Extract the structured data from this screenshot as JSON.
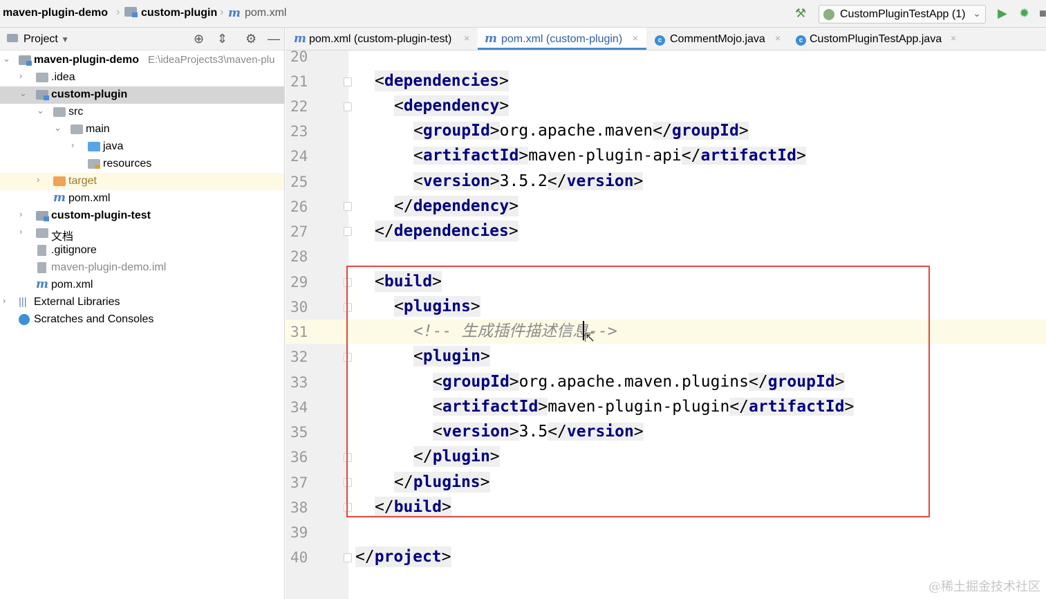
{
  "breadcrumb": {
    "project": "maven-plugin-demo",
    "module": "custom-plugin",
    "file": "pom.xml",
    "m_glyph": "m"
  },
  "run_config": {
    "label": "CustomPluginTestApp (1)"
  },
  "toolbar_icons": [
    "build-hammer-icon",
    "run-icon",
    "debug-icon"
  ],
  "project_panel": {
    "title": "Project",
    "header_icons": [
      "locate-icon",
      "collapse-icon",
      "gear-icon",
      "minimize-icon"
    ],
    "tree": [
      {
        "label": "maven-plugin-demo",
        "path": "E:\\ideaProjects3\\maven-plu",
        "bold": true
      },
      {
        "label": ".idea"
      },
      {
        "label": "custom-plugin",
        "bold": true
      },
      {
        "label": "src"
      },
      {
        "label": "main"
      },
      {
        "label": "java"
      },
      {
        "label": "resources"
      },
      {
        "label": "target"
      },
      {
        "label": "pom.xml"
      },
      {
        "label": "custom-plugin-test",
        "bold": true
      },
      {
        "label": "文档"
      },
      {
        "label": ".gitignore"
      },
      {
        "label": "maven-plugin-demo.iml"
      },
      {
        "label": "pom.xml"
      },
      {
        "label": "External Libraries"
      },
      {
        "label": "Scratches and Consoles"
      }
    ]
  },
  "tabs": [
    {
      "label": "pom.xml (custom-plugin-test)",
      "active": false
    },
    {
      "label": "pom.xml (custom-plugin)",
      "active": true
    },
    {
      "label": "CommentMojo.java",
      "active": false
    },
    {
      "label": "CustomPluginTestApp.java",
      "active": false
    }
  ],
  "editor": {
    "line_numbers": [
      "20",
      "21",
      "22",
      "23",
      "24",
      "25",
      "26",
      "27",
      "28",
      "29",
      "30",
      "31",
      "32",
      "33",
      "34",
      "35",
      "36",
      "37",
      "38",
      "39",
      "40"
    ],
    "tags": {
      "dependencies": "dependencies",
      "dependency": "dependency",
      "groupId": "groupId",
      "artifactId": "artifactId",
      "version": "version",
      "build": "build",
      "plugins": "plugins",
      "plugin": "plugin",
      "project": "project"
    },
    "values": {
      "dep_group": "org.apache.maven",
      "dep_artifact": "maven-plugin-api",
      "dep_version": "3.5.2",
      "plugin_group": "org.apache.maven.plugins",
      "plugin_artifact": "maven-plugin-plugin",
      "plugin_version": "3.5"
    },
    "comment": "<!-- 生成插件描述信息-->"
  },
  "colors": {
    "highlight_box": "#e8453c",
    "tag": "#000080",
    "accent": "#4a88c7"
  },
  "watermark": "@稀土掘金技术社区"
}
